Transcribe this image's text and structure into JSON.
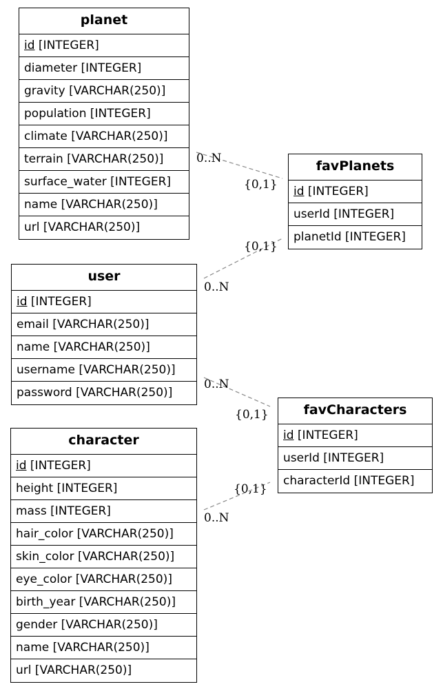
{
  "entities": {
    "planet": {
      "title": "planet",
      "pk": {
        "name": "id",
        "type": "[INTEGER]"
      },
      "fields": [
        "diameter [INTEGER]",
        "gravity [VARCHAR(250)]",
        "population [INTEGER]",
        "climate [VARCHAR(250)]",
        "terrain [VARCHAR(250)]",
        "surface_water [INTEGER]",
        "name [VARCHAR(250)]",
        "url [VARCHAR(250)]"
      ]
    },
    "favPlanets": {
      "title": "favPlanets",
      "pk": {
        "name": "id",
        "type": "[INTEGER]"
      },
      "fields": [
        "userId [INTEGER]",
        "planetId [INTEGER]"
      ]
    },
    "user": {
      "title": "user",
      "pk": {
        "name": "id",
        "type": "[INTEGER]"
      },
      "fields": [
        "email [VARCHAR(250)]",
        "name [VARCHAR(250)]",
        "username [VARCHAR(250)]",
        "password [VARCHAR(250)]"
      ]
    },
    "favCharacters": {
      "title": "favCharacters",
      "pk": {
        "name": "id",
        "type": "[INTEGER]"
      },
      "fields": [
        "userId [INTEGER]",
        "characterId [INTEGER]"
      ]
    },
    "character": {
      "title": "character",
      "pk": {
        "name": "id",
        "type": "[INTEGER]"
      },
      "fields": [
        "height [INTEGER]",
        "mass [INTEGER]",
        "hair_color [VARCHAR(250)]",
        "skin_color [VARCHAR(250)]",
        "eye_color [VARCHAR(250)]",
        "birth_year [VARCHAR(250)]",
        "gender [VARCHAR(250)]",
        "name [VARCHAR(250)]",
        "url [VARCHAR(250)]"
      ]
    }
  },
  "relationships": [
    {
      "from": "planet",
      "to": "favPlanets",
      "from_card": "0..N",
      "to_card": "{0,1}"
    },
    {
      "from": "user",
      "to": "favPlanets",
      "from_card": "0..N",
      "to_card": "{0,1}"
    },
    {
      "from": "user",
      "to": "favCharacters",
      "from_card": "0..N",
      "to_card": "{0,1}"
    },
    {
      "from": "character",
      "to": "favCharacters",
      "from_card": "0..N",
      "to_card": "{0,1}"
    }
  ],
  "colors": {
    "line": "#888888",
    "border": "#000000",
    "background": "#ffffff"
  }
}
